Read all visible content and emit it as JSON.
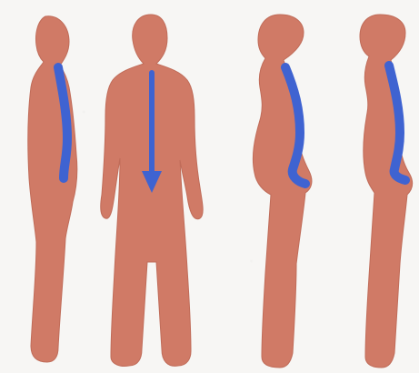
{
  "figure": {
    "background_color": "#f7f6f4",
    "body_color": "#d07a66",
    "body_outline": "#c06c59",
    "spine_color": "#3f63d1",
    "figures": [
      {
        "view": "side",
        "posture": "normal-curve",
        "icon": "spine-curve-icon"
      },
      {
        "view": "back",
        "posture": "straight-down-arrow",
        "icon": "arrow-down-icon"
      },
      {
        "view": "side",
        "posture": "swayback",
        "icon": "spine-curve-icon"
      },
      {
        "view": "side",
        "posture": "hyperlordosis",
        "icon": "spine-curve-icon"
      }
    ]
  }
}
